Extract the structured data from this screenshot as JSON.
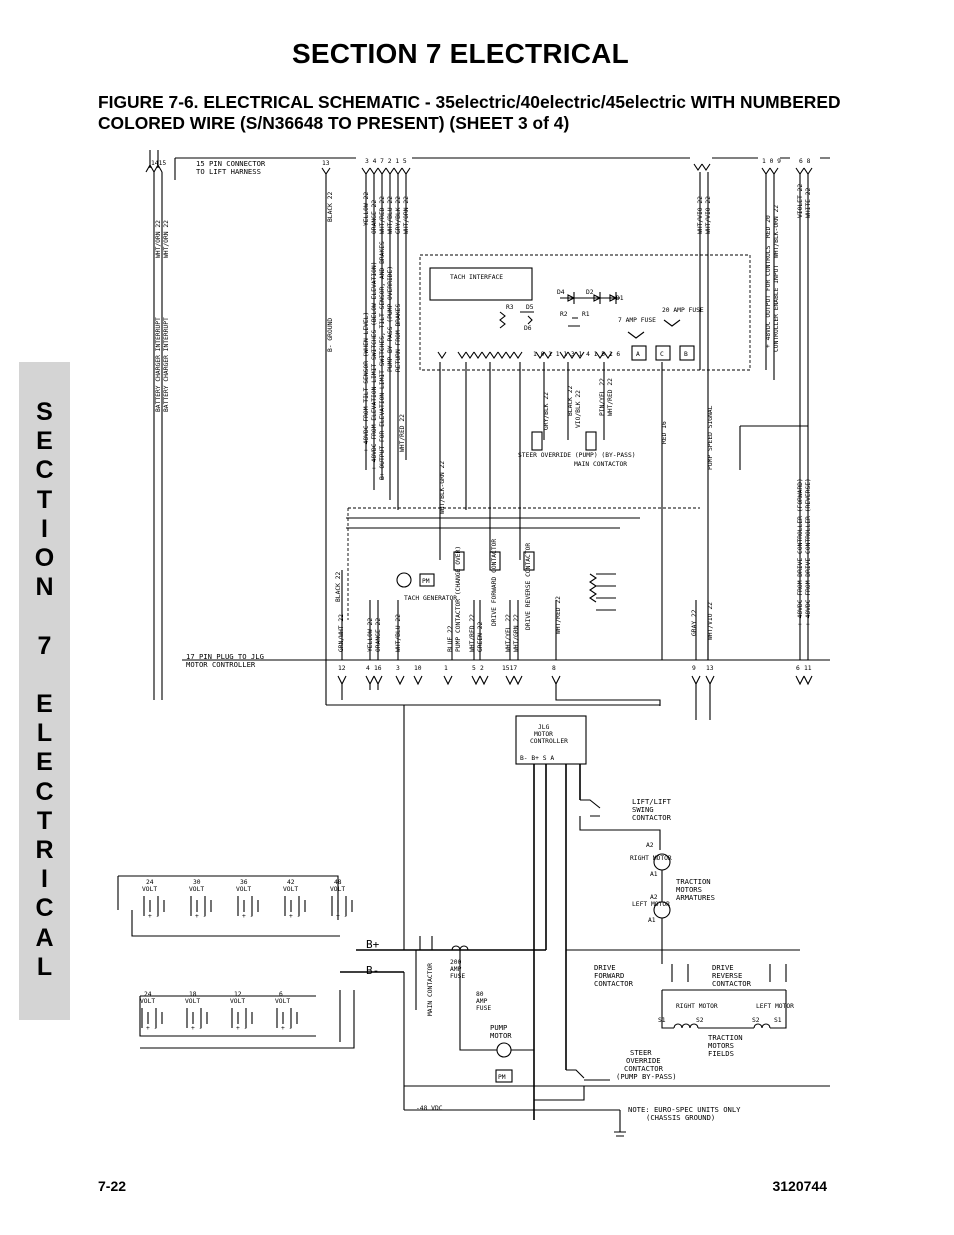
{
  "header": {
    "section_title": "SECTION 7  ELECTRICAL",
    "figure_caption": "FIGURE 7-6.    ELECTRICAL SCHEMATIC - 35electric/40electric/45electric WITH NUMBERED COLORED WIRE (S/N36648 TO PRESENT) (SHEET 3 of 4)"
  },
  "side_tab": {
    "letters": [
      "S",
      "E",
      "C",
      "T",
      "I",
      "O",
      "N",
      "",
      "7",
      "",
      "E",
      "L",
      "E",
      "C",
      "T",
      "R",
      "I",
      "C",
      "A",
      "L"
    ]
  },
  "footer": {
    "page_number": "7-22",
    "doc_number": "3120744"
  },
  "schematic": {
    "top_connector": {
      "label_line1": "15 PIN CONNECTOR",
      "label_line2": "TO LIFT HARNESS",
      "pins_left": "1415",
      "pin_13": "13",
      "pins_mid": "3 4 7 2 1 5",
      "pins_right": "1 0 9",
      "pins_far_right": "6 8"
    },
    "top_wires": {
      "wht_orn": "WHT/ORN 22",
      "wht_orn2": "WHT/ORN 22",
      "black": "BLACK 22",
      "yellow": "YELLOW 22",
      "orange": "ORANGE 22",
      "wht_red": "WHT/RED 22",
      "wht_blu": "WHT/BLU 22",
      "gry_blk": "GRY/BLK 22",
      "wht_orn3": "WHT/ORN 22",
      "wht_vio": "WHT/VIO 22",
      "wht_vio2": "WHT/VIO 22",
      "red_20": "RED 20",
      "wht_blk_orn": "WHT/BLK-ORN 22",
      "violet": "VIOLET 22",
      "white": "WHITE 22"
    },
    "signal_labels": {
      "battery_charger_1": "BATTERY CHARGER INTERRUPT",
      "battery_charger_2": "BATTERY CHARGER INTERRUPT",
      "b_minus_ground": "B- GROUND",
      "tilt_sensor": "+ 48VDC FROM TILT SENSOR (WHEN LEVEL)",
      "elev_limit": "+ 48VDC FROM ELEVATION LIMIT SWITCHES (BELOW ELEVATION)",
      "b_plus_output": "B+ OUTPUT FOR ELEVATION LIMIT SWITCHES, TILT SENSOR, AND BRAKES",
      "pump_bypass": "PUMP BY-PASS (PUMP OVERRIDE)",
      "return_brakes": "RETURN FROM BRAKES",
      "controls_output": "+ 48VDC OUTPUT FOR CONTROLS",
      "controller_enable": "CONTROLLER ENABLE INPUT",
      "pump_speed": "PUMP SPEED SIGNAL",
      "drive_forward_in": "+ 48VDC FROM DRIVE CONTROLLER (FORWARD)",
      "drive_reverse_in": "+ 48VDC FROM DRIVE CONTROLLER (REVERSE)"
    },
    "mid_wires": {
      "wht_red": "WHT/RED 22",
      "wht_blk_grn": "WHT/BLK-GRN 22",
      "gry_blk": "GRY/BLK 22",
      "black": "BLACK 22",
      "vio_blk": "VIO/BLK 22",
      "pin_yel": "PIN/YEL 22",
      "wht_red2": "WHT/RED 22",
      "red_16": "RED 16"
    },
    "board": {
      "tach_interface": "TACH INTERFACE",
      "d1": "D1",
      "d2": "D2",
      "d3": "R3",
      "d4": "D4",
      "d5": "D5",
      "d6": "D6",
      "r1": "R1",
      "r2": "R2",
      "amp_fuse_7": "7 AMP FUSE",
      "amp_fuse_20": "20 AMP FUSE",
      "pin_groups": "1 0 1 1  1 3 1 4  1 5 1 6",
      "terminal_a": "A",
      "terminal_c": "C",
      "terminal_b": "B"
    },
    "relays": {
      "steer_override": "STEER OVERRIDE (PUMP) (BY-PASS)",
      "main_contactor": "MAIN CONTACTOR",
      "tach_generator": "TACH GENERATOR",
      "pm": "PM"
    },
    "bottom_wires": {
      "black": "BLACK 22",
      "grn_wht": "GRN/WHT 22",
      "yellow": "YELLOW 22",
      "orange": "ORANGE 22",
      "wht_blu": "WHT/BLU 22",
      "blue": "BLUE 22",
      "pump_contactor": "PUMP CONTACTOR (CHANGE OVER)",
      "wht_red": "WHT/RED 22",
      "green": "GREEN 22",
      "drive_forward": "DRIVE FORWARD CONTACTOR",
      "wht_yel": "WHT/YEL 22",
      "wht_grn": "WHT/GRN 22",
      "drive_reverse": "DRIVE REVERSE CONTACTOR",
      "wht_red2": "WHT/RED 22",
      "gray": "GRAY 22",
      "wht_vio": "WHT/VIO 22"
    },
    "plug_17": {
      "label_line1": "17 PIN PLUG TO JLG",
      "label_line2": "MOTOR CONTROLLER",
      "pins": [
        "12",
        "4",
        "16",
        "3",
        "10",
        "1",
        "5",
        "2",
        "1517",
        "8",
        "9",
        "13",
        "6",
        "11"
      ]
    },
    "controller": {
      "name_line1": "JLG",
      "name_line2": "MOTOR",
      "name_line3": "CONTROLLER",
      "terminals": "B- B+ S  A"
    },
    "power": {
      "lift_contactor_1": "LIFT/LIFT",
      "lift_contactor_2": "SWING",
      "lift_contactor_3": "CONTACTOR",
      "a2": "A2",
      "a1": "A1",
      "a2b": "A2",
      "a1b": "A1",
      "right_motor": "RIGHT MOTOR",
      "left_motor": "LEFT MOTOR",
      "traction_armatures_1": "TRACTION",
      "traction_armatures_2": "MOTORS",
      "traction_armatures_3": "ARMATURES",
      "drive_fwd_1": "DRIVE",
      "drive_fwd_2": "FORWARD",
      "drive_fwd_3": "CONTACTOR",
      "drive_rev_1": "DRIVE",
      "drive_rev_2": "REVERSE",
      "drive_rev_3": "CONTACTOR",
      "right_motor_f": "RIGHT MOTOR",
      "left_motor_f": "LEFT MOTOR",
      "s1": "S1",
      "s2": "S2",
      "s2b": "S2",
      "s1b": "S1",
      "traction_fields_1": "TRACTION",
      "traction_fields_2": "MOTORS",
      "traction_fields_3": "FIELDS",
      "b_plus": "B+",
      "b_minus": "B-",
      "fuse_200_1": "200",
      "fuse_200_2": "AMP",
      "fuse_200_3": "FUSE",
      "fuse_80_1": "80",
      "fuse_80_2": "AMP",
      "fuse_80_3": "FUSE",
      "main_contactor": "MAIN CONTACTOR",
      "pump_motor_1": "PUMP",
      "pump_motor_2": "MOTOR",
      "pm": "PM",
      "steer_override_1": "STEER",
      "steer_override_2": "OVERRIDE",
      "steer_override_3": "CONTACTOR",
      "steer_override_4": "(PUMP BY-PASS)",
      "minus_48": "-48 VDC",
      "note_1": "NOTE: EURO-SPEC UNITS ONLY",
      "note_2": "(CHASSIS GROUND)"
    },
    "batteries_top": [
      "24 VOLT",
      "30 VOLT",
      "36 VOLT",
      "42 VOLT",
      "48 VOLT"
    ],
    "batteries_bottom": [
      "24 VOLT",
      "18 VOLT",
      "12 VOLT",
      "6 VOLT"
    ]
  }
}
